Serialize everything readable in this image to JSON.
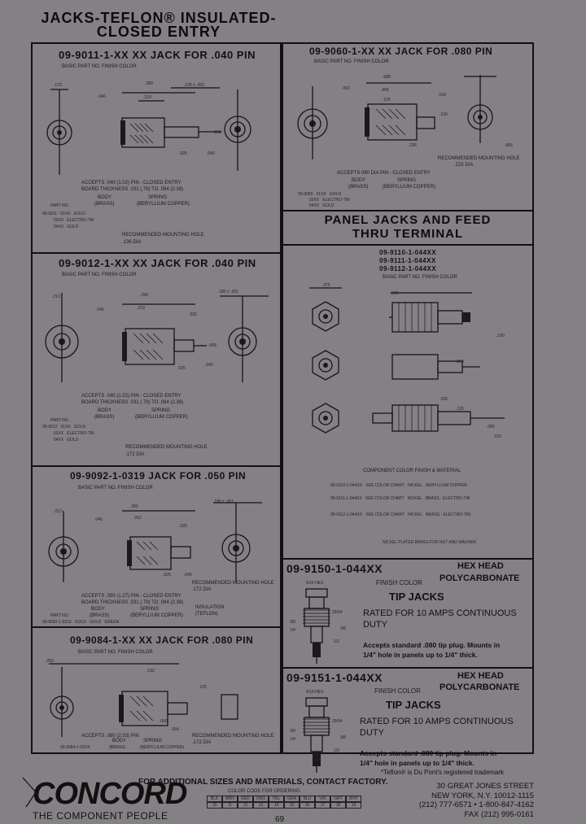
{
  "header": {
    "title_line1": "JACKS-TEFLON® INSULATED-",
    "title_line2": "CLOSED ENTRY"
  },
  "s1": {
    "part": "09-9011-1-XX XX",
    "desc": "JACK FOR .040 PIN",
    "sub": "BASIC PART NO.   FINISH  COLOR",
    "accepts": "ACCEPTS .040 (1.02) PIN - CLOSED ENTRY",
    "board": "BOARD THICKNESS .031 (.79) TO .094 (2.38)",
    "body": "BODY",
    "body_mat": "(BRASS)",
    "spring": "SPRING",
    "spring_mat": "(BERYLLIUM COPPER)",
    "mount": "RECOMMENDED MOUNTING HOLE",
    "mount_dia": ".136 DIA",
    "part_no": "PART NO.",
    "rows": [
      "09-9011   01XX   GOLD",
      "          03XX   ELECTRO-TIN",
      "          04XX   GOLD"
    ],
    "dims": [
      ".172",
      ".046",
      ".280",
      ".219",
      ".135 ± .002",
      ".068",
      ".025",
      ".040"
    ]
  },
  "s2": {
    "part": "09-9060-1-XX XX",
    "desc": "JACK FOR .080 PIN",
    "sub": "BASIC PART NO.   FINISH  COLOR",
    "accepts": "ACCEPTS 080 DIA PIN - CLOSED ENTRY",
    "mount": "RECOMMENDED MOUNTING HOLE",
    "mount_dia": ".225 DIA",
    "body": "BODY",
    "body_mat": "(BRASS)",
    "spring": "SPRING",
    "spring_mat": "(BERYLLIUM COPPER)",
    "rows": [
      "09-9060   01XX   GOLD",
      "          03XX   ELECTRO-TIN",
      "          04XX   GOLD"
    ],
    "dims": [
      ".060",
      ".688",
      ".406",
      ".125",
      ".150",
      ".130",
      ".236",
      ".066"
    ]
  },
  "s3": {
    "part": "09-9012-1-XX XX",
    "desc": "JACK FOR .040 PIN",
    "sub": "BASIC PART NO.   FINISH  COLOR",
    "accepts": "ACCEPTS .040 (1.02) PIN - CLOSED ENTRY",
    "board": "BOARD THICKNESS .031 (.79) TO .094 (2.38)",
    "body": "BODY",
    "body_mat": "(BRASS)",
    "spring": "SPRING",
    "spring_mat": "(BERYLLIUM COPPER)",
    "mount": "RECOMMENDED MOUNTING HOLE",
    "mount_dia": ".172 DIA",
    "part_no": "PART NO.",
    "rows": [
      "09-9012   01XX   GOLD",
      "          03XX   ELECTRO-TIN",
      "          04XX   GOLD"
    ],
    "dims": [
      ".213",
      ".046",
      ".290",
      ".219",
      ".185 ± .001",
      ".020",
      ".068",
      ".025",
      ".040"
    ]
  },
  "s4": {
    "title_line1": "PANEL JACKS AND FEED",
    "title_line2": "THRU TERMINAL",
    "parts": [
      "09-9110-1-044XX",
      "09-9111-1-044XX",
      "09-9112-1-044XX"
    ],
    "sub": "BASIC PART NO.   FINISH  COLOR",
    "component": "COMPONENT  COLOR  FINISH & MATERIAL",
    "rows": [
      "09-9110-1-044XX   SEE COLOR CHART   NICKEL   BERYLLIUM COPPER",
      "09-9111-1-044XX   SEE COLOR CHART   NICKEL   BRASS - ELECTRO-TIN",
      "09-9112-1-044XX   SEE COLOR CHART   NICKEL   BRASS - ELECTRO-TIN"
    ],
    "note": "NICKEL PLATED BRASS FOR NUT AND WASHER",
    "dims": [
      ".375",
      ".500",
      ".100",
      ".250",
      ".165",
      ".125",
      ".080",
      ".103"
    ]
  },
  "s5": {
    "part": "09-9092-1-0319",
    "desc": "JACK FOR .050 PIN",
    "sub": "BASIC PART NO.   FINISH  COLOR",
    "accepts": "ACCEPTS .050 (1.27) PIN - CLOSED ENTRY",
    "board": "BOARD THICKNESS .031 (.79) TO .094 (2.38)",
    "mount": "RECOMMENDED MOUNTING HOLE",
    "mount_dia": ".172 DIA",
    "body": "BODY",
    "body_mat": "(BRASS)",
    "spring": "SPRING",
    "spring_mat": "(BERYLLIUM COPPER)",
    "insulation": "INSULATION",
    "insulation_mat": "(TEFLON)",
    "part_no": "PART NO.",
    "row": "09-9092-1-0319   GOLD   GOLD   GREEN",
    "dims": [
      ".213",
      ".046",
      ".290",
      ".252",
      ".185 ± .001",
      ".020",
      ".025",
      ".040"
    ]
  },
  "s6": {
    "part": "09-9084-1-XX XX",
    "desc": "JACK FOR .080 PIN",
    "sub": "BASIC PART NO.   FINISH  COLOR",
    "accepts": "ACCEPTS .080 (2.03) PIN",
    "mount": "RECOMMENDED MOUNTING HOLE",
    "mount_dia": ".172 DIA",
    "body": "BODY",
    "body_mat": "(BRASS)",
    "spring": "SPRING",
    "spring_mat": "(BERYLLIUM COPPER)",
    "row": "09-9084-1-03XX",
    "dims": [
      ".250",
      ".192",
      ".125",
      ".060",
      ".064"
    ]
  },
  "s7": {
    "part": "09-9150-1-044XX",
    "sub": "FINISH  COLOR",
    "head1": "HEX HEAD",
    "head2": "POLYCARBONATE",
    "type": "TIP JACKS",
    "rated1": "RATED FOR 10 AMPS CONTINUOUS",
    "rated2": "DUTY",
    "accepts1": "Accepts standard .080 tip plug.  Mounts in",
    "accepts2": "1/4\" hole in panels up to 1/4\" thick.",
    "dims": [
      "5/16 HEX",
      "3/8",
      "1/4",
      "29/64",
      "3/8",
      "1/2"
    ]
  },
  "s8": {
    "part": "09-9151-1-044XX",
    "sub": "FINISH  COLOR",
    "head1": "HEX HEAD",
    "head2": "POLYCARBONATE",
    "type": "TIP JACKS",
    "rated1": "RATED FOR 10 AMPS CONTINUOUS",
    "rated2": "DUTY",
    "accepts1": "Accepts standard .080 tip plug.  Mounts in",
    "accepts2": "1/4\" hole in panels up to 1/4\" thick.",
    "dims": [
      "5/16 HEX",
      "3/8",
      "1/4",
      "29/64",
      "3/8",
      "1/2"
    ]
  },
  "footer": {
    "teflon_note": "*Teflon® is Du Pont's registered trademark",
    "logo": "CONCORD",
    "tagline": "THE COMPONENT PEOPLE",
    "additional": "FOR ADDITIONAL SIZES AND MATERIALS, CONTACT FACTORY.",
    "color_code": "COLOR CODE FOR ORDERING",
    "colors": [
      "BLK",
      "BRN",
      "RED",
      "ORG",
      "YEL",
      "GRN",
      "BLU",
      "VIO",
      "GRY",
      "WHT"
    ],
    "codes": [
      "10",
      "11",
      "12",
      "13",
      "14",
      "15",
      "16",
      "17",
      "18",
      "19"
    ],
    "address1": "30 GREAT JONES STREET",
    "address2": "NEW YORK, N.Y. 10012-1115",
    "phone": "(212) 777-6571  •  1-800-847-4162",
    "fax": "FAX (212) 995-0161",
    "page": "69"
  }
}
